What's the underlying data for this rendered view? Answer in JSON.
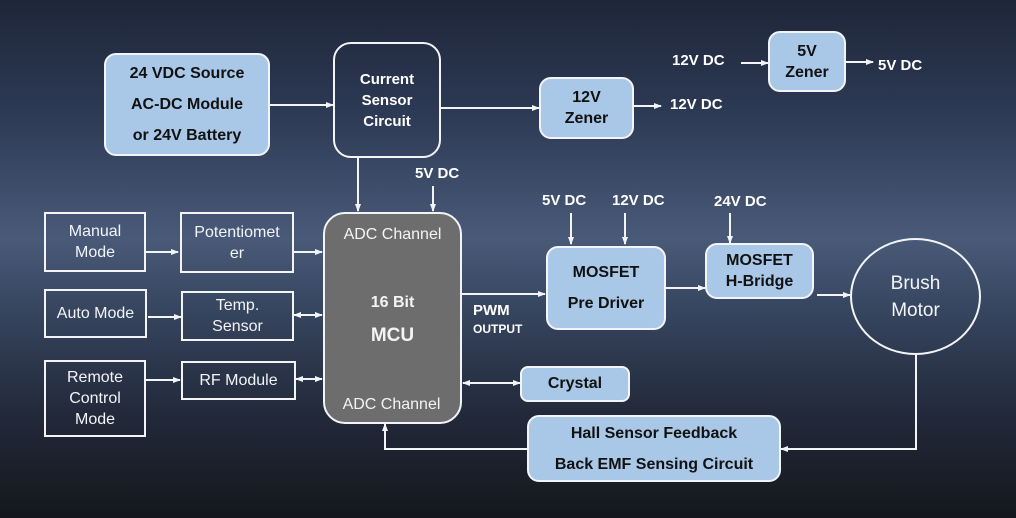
{
  "diagram": {
    "title": "Brushed DC Motor Controller Block Diagram",
    "colors": {
      "block_fill": "#a9c7e6",
      "mcu_fill": "#6d6d6d",
      "line": "#f2f4f8",
      "background_top": "#1e2639",
      "background_mid": "#495a78",
      "background_bottom": "#14171c"
    },
    "blocks": {
      "power_source": {
        "lines": [
          "24 VDC Source",
          "AC-DC Module",
          "or 24V Battery"
        ]
      },
      "current_sensor": {
        "lines": [
          "Current",
          "Sensor",
          "Circuit"
        ]
      },
      "zener_12v": {
        "lines": [
          "12V",
          "Zener"
        ]
      },
      "zener_5v": {
        "lines": [
          "5V",
          "Zener"
        ]
      },
      "manual_mode": {
        "lines": [
          "Manual",
          "Mode"
        ]
      },
      "potentiometer": {
        "lines": [
          "Potentiomet",
          "er"
        ]
      },
      "auto_mode": {
        "lines": [
          "Auto Mode"
        ]
      },
      "temp_sensor": {
        "lines": [
          "Temp.",
          "Sensor"
        ]
      },
      "remote_mode": {
        "lines": [
          "Remote",
          "Control",
          "Mode"
        ]
      },
      "rf_module": {
        "lines": [
          "RF Module"
        ]
      },
      "mcu": {
        "adc_top": "ADC Channel",
        "bits": "16 Bit",
        "name": "MCU",
        "adc_bottom": "ADC Channel"
      },
      "pre_driver": {
        "lines": [
          "MOSFET",
          "Pre Driver"
        ]
      },
      "h_bridge": {
        "lines": [
          "MOSFET",
          "H-Bridge"
        ]
      },
      "motor": {
        "lines": [
          "Brush",
          "Motor"
        ]
      },
      "crystal": {
        "lines": [
          "Crystal"
        ]
      },
      "feedback": {
        "lines": [
          "Hall Sensor Feedback",
          "Back EMF Sensing Circuit"
        ]
      }
    },
    "labels": {
      "zener12_out": "12V DC",
      "zener5_in": "12V DC",
      "zener5_out": "5V DC",
      "mcu_5v": "5V DC",
      "pre_driver_5v": "5V DC",
      "pre_driver_12v": "12V DC",
      "h_bridge_24v": "24V DC",
      "pwm": "PWM",
      "pwm_output": "OUTPUT"
    }
  }
}
